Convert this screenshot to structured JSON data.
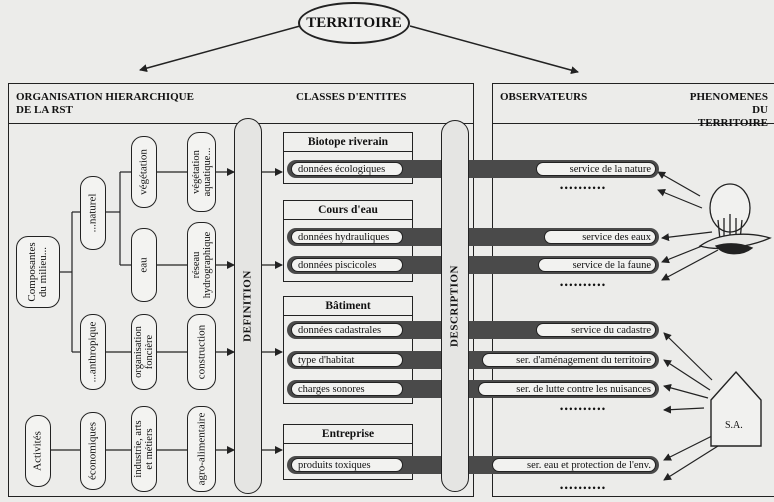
{
  "title": "TERRITOIRE",
  "left_panel": {
    "heading": [
      "ORGANISATION HIERARCHIQUE",
      "DE LA RST"
    ],
    "classes_heading": "CLASSES D'ENTITES"
  },
  "right_panel": {
    "heading": "OBSERVATEURS",
    "phenomena_heading": [
      "PHENOMENES",
      "DU TERRITOIRE"
    ]
  },
  "bars": {
    "definition": "DEFINITION",
    "description": "DESCRIPTION"
  },
  "tree": {
    "composantes": [
      "Composantes",
      "du milieu..."
    ],
    "naturel": "...naturel",
    "anthropique": "...anthropique",
    "vegetation": "végétation",
    "vegetation_aquatique": [
      "végétation",
      "aquatique..."
    ],
    "eau": "eau",
    "reseau": [
      "réseau",
      "hydrographique"
    ],
    "organisation": [
      "organisation",
      "foncière"
    ],
    "construction": "construction",
    "activites": "Activités",
    "economiques": "économiques",
    "industrie": [
      "industrie, arts",
      "et métiers"
    ],
    "agro": "agro-alimentaire"
  },
  "classes": [
    {
      "name": "Biotope riverain",
      "rows": [
        "données écologiques"
      ]
    },
    {
      "name": "Cours d'eau",
      "rows": [
        "données hydrauliques",
        "données piscicoles"
      ]
    },
    {
      "name": "Bâtiment",
      "rows": [
        "données cadastrales",
        "type d'habitat",
        "charges sonores"
      ]
    },
    {
      "name": "Entreprise",
      "rows": [
        "produits toxiques"
      ]
    }
  ],
  "services": [
    "service de la nature",
    "service des eaux",
    "service de la faune",
    "service du cadastre",
    "ser. d'aménagement du territoire",
    "ser. de lutte contre les nuisances",
    "ser. eau et protection de l'env."
  ],
  "dots": "••••••••••",
  "house_label": "S.A.",
  "icons": [
    "tree-icon",
    "house-icon"
  ]
}
